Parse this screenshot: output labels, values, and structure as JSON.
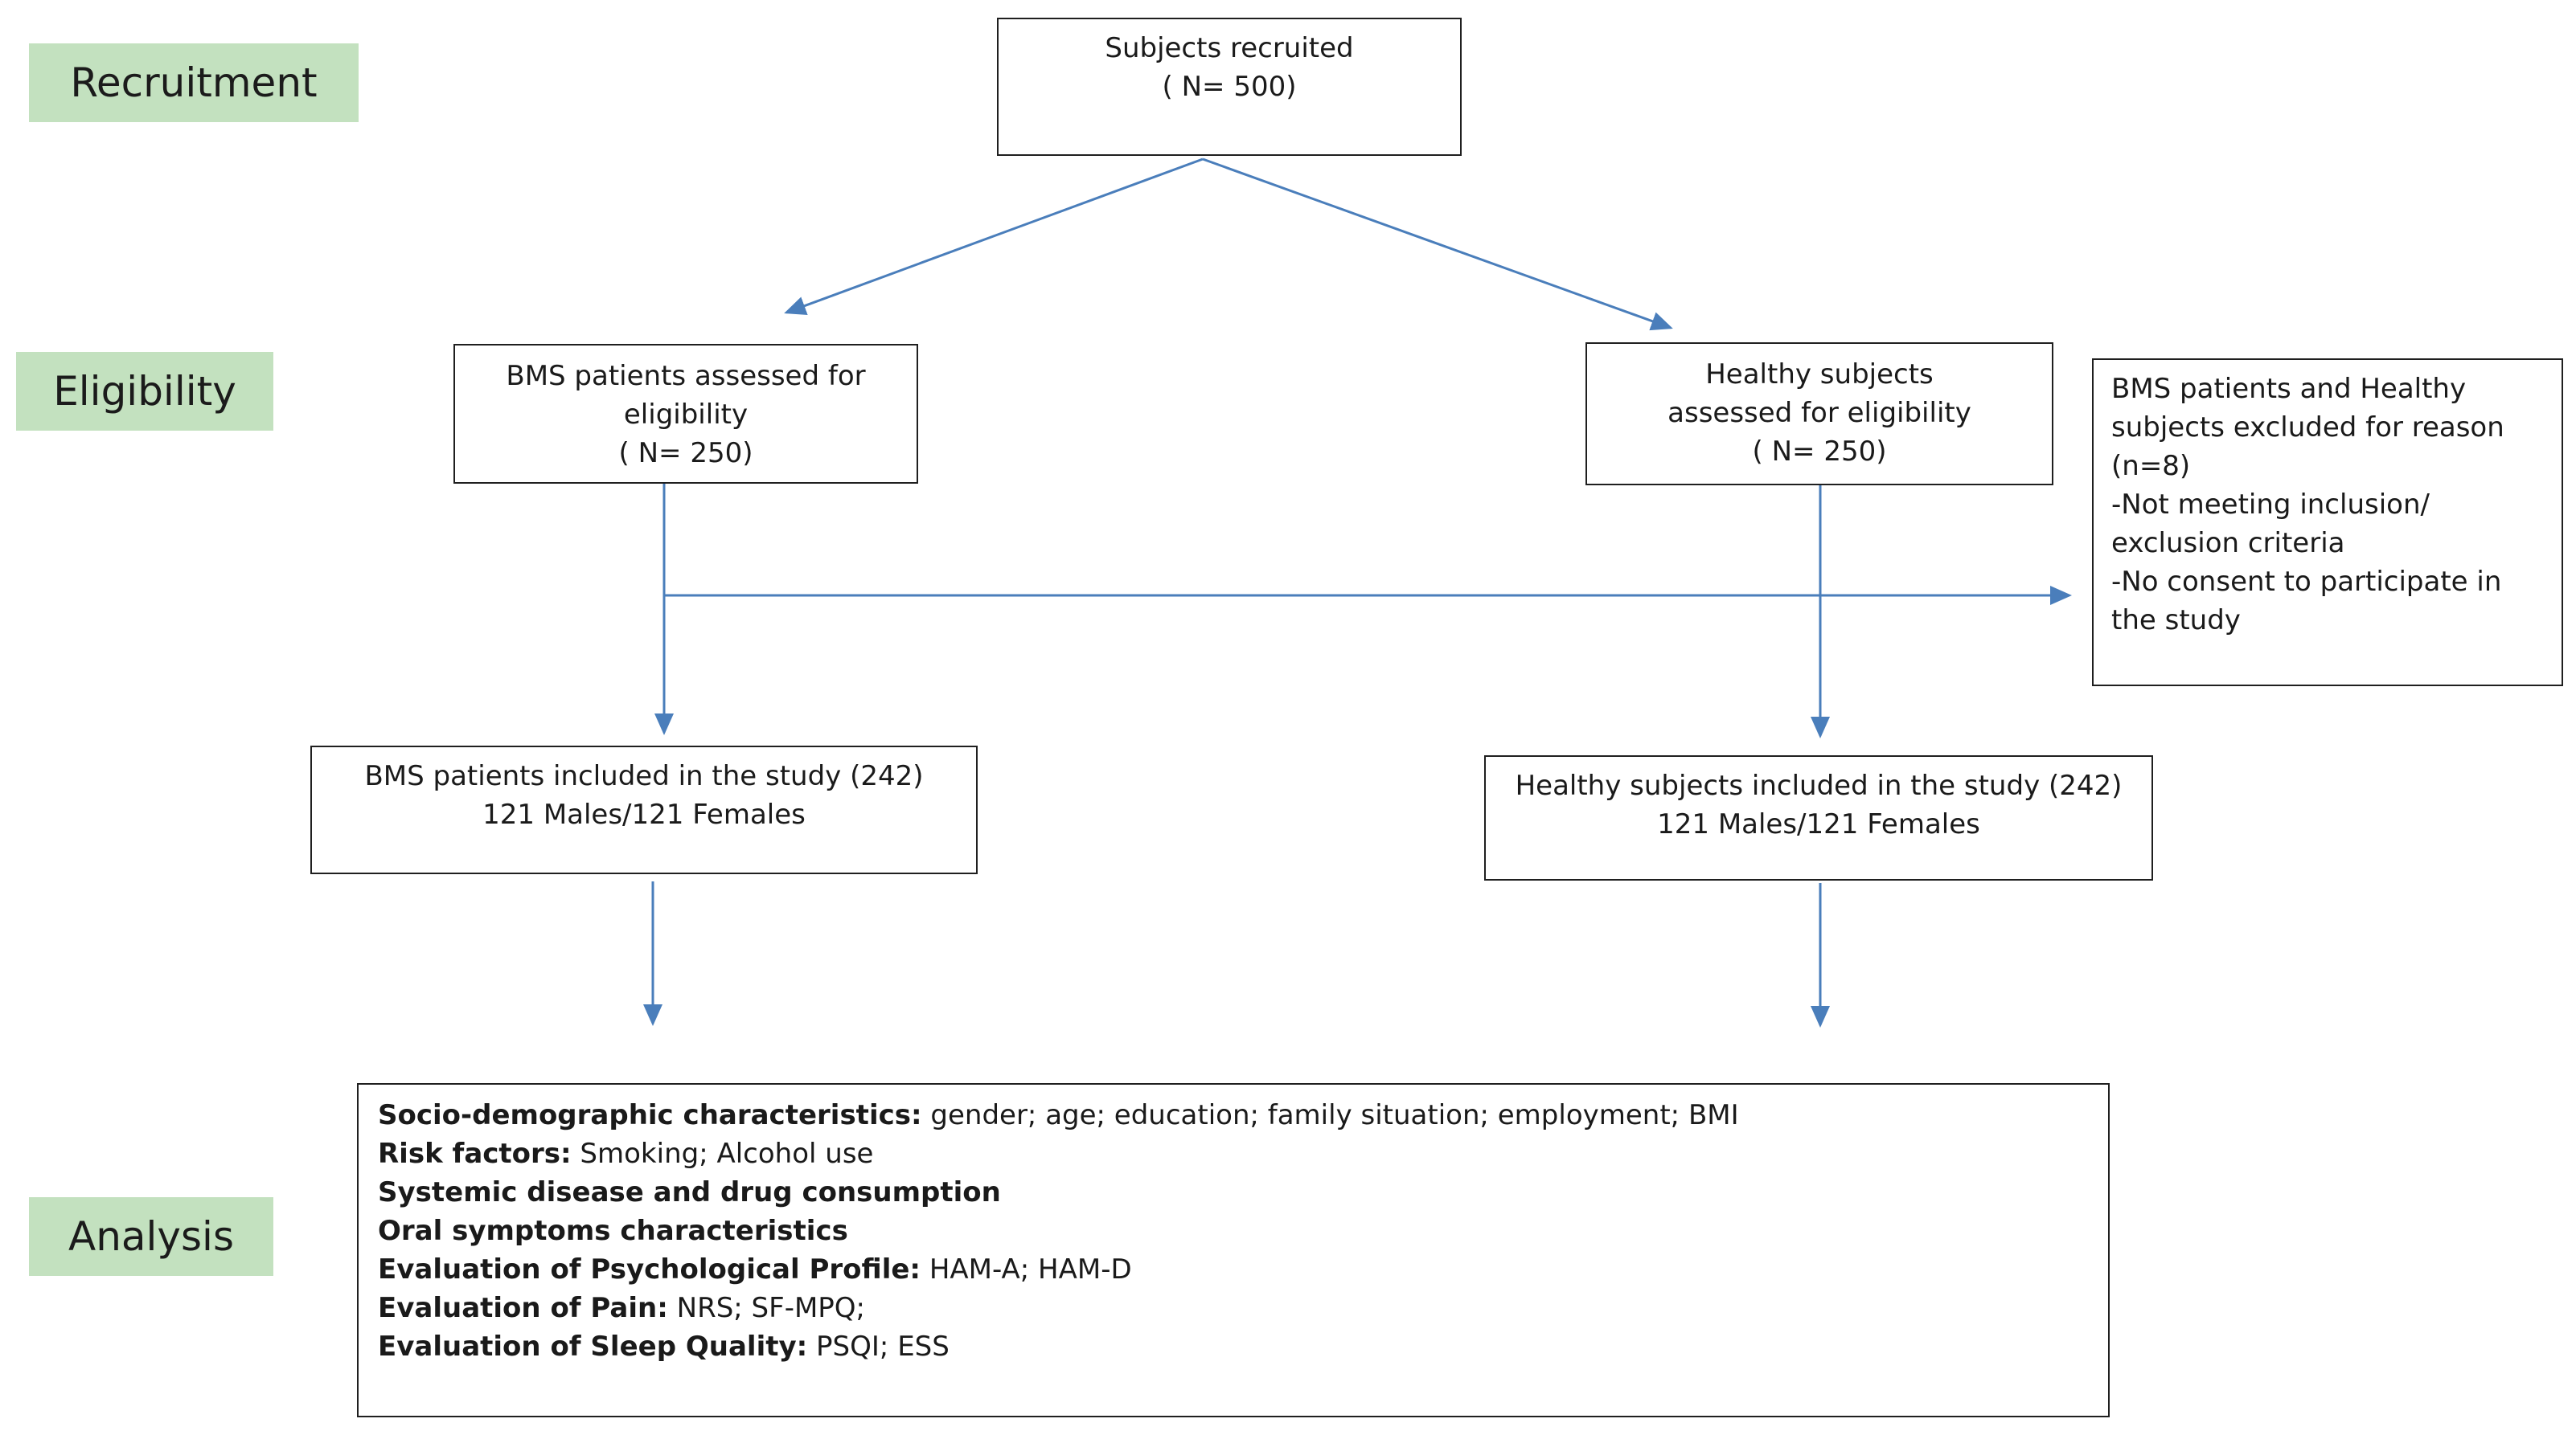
{
  "stages": {
    "recruitment": "Recruitment",
    "eligibility": "Eligibility",
    "analysis": "Analysis"
  },
  "boxes": {
    "recruited": {
      "line1": "Subjects recruited",
      "line2": "( N= 500)"
    },
    "bms_assessed": {
      "line1": "BMS patients assessed for",
      "line2": "eligibility",
      "line3": "( N= 250)"
    },
    "healthy_assessed": {
      "line1": "Healthy subjects",
      "line2": "assessed for eligibility",
      "line3": "( N= 250)"
    },
    "excluded": {
      "line1": "BMS patients  and Healthy",
      "line2": "subjects excluded for reason",
      "line3": "(n=8)",
      "line4": "-Not meeting inclusion/",
      "line5": "exclusion criteria",
      "line6": "-No consent to participate in",
      "line7": "the study"
    },
    "bms_included": {
      "line1": "BMS patients included in the study  (242)",
      "line2": "121 Males/121 Females"
    },
    "healthy_included": {
      "line1": "Healthy subjects included in the study (242)",
      "line2": "121 Males/121 Females"
    },
    "analysis": {
      "rows": [
        {
          "bold": "Socio-demographic characteristics:",
          "text": " gender; age; education; family situation; employment;  BMI"
        },
        {
          "bold": "Risk factors:",
          "text": " Smoking; Alcohol use"
        },
        {
          "bold": "Systemic disease and drug consumption",
          "text": ""
        },
        {
          "bold": "Oral symptoms characteristics",
          "text": ""
        },
        {
          "bold": "Evaluation of Psychological Profile:",
          "text": " HAM-A; HAM-D"
        },
        {
          "bold": "Evaluation of Pain:",
          "text": " NRS; SF-MPQ;"
        },
        {
          "bold": "Evaluation of Sleep Quality:",
          "text": " PSQI; ESS"
        }
      ]
    }
  },
  "colors": {
    "stage_fill": "#c3e1bf",
    "arrow": "#4a7ebb",
    "box_border": "#1f1f1f"
  }
}
